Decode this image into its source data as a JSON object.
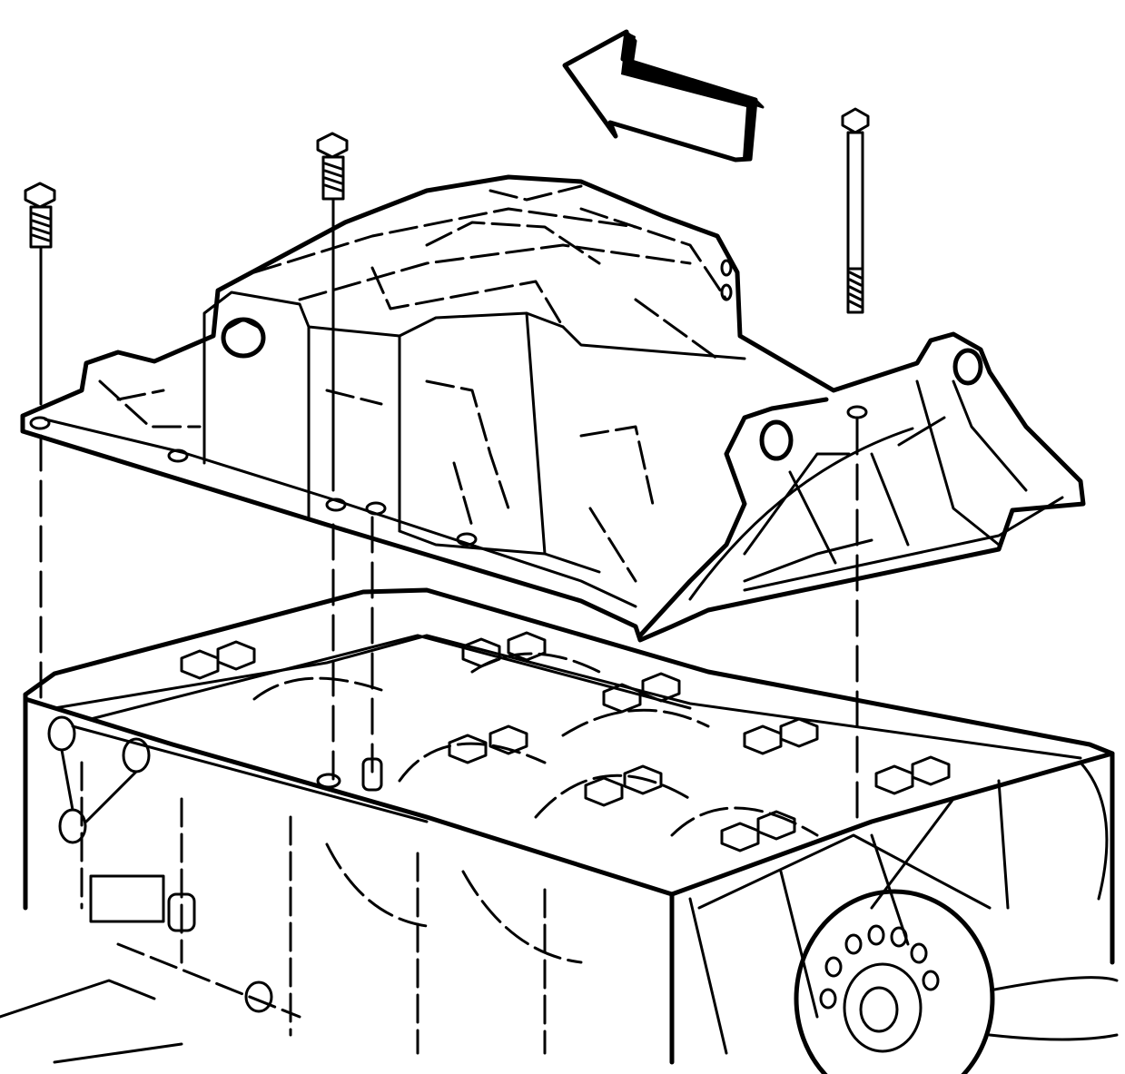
{
  "diagram": {
    "colors": {
      "line": "#000000",
      "background": "#ffffff"
    },
    "parts": [
      {
        "name": "oil-pan"
      },
      {
        "name": "engine-block"
      },
      {
        "name": "crankshaft-flange"
      },
      {
        "name": "direction-arrow"
      },
      {
        "name": "bolt",
        "count": 3
      },
      {
        "name": "stud",
        "count": 1
      }
    ]
  }
}
